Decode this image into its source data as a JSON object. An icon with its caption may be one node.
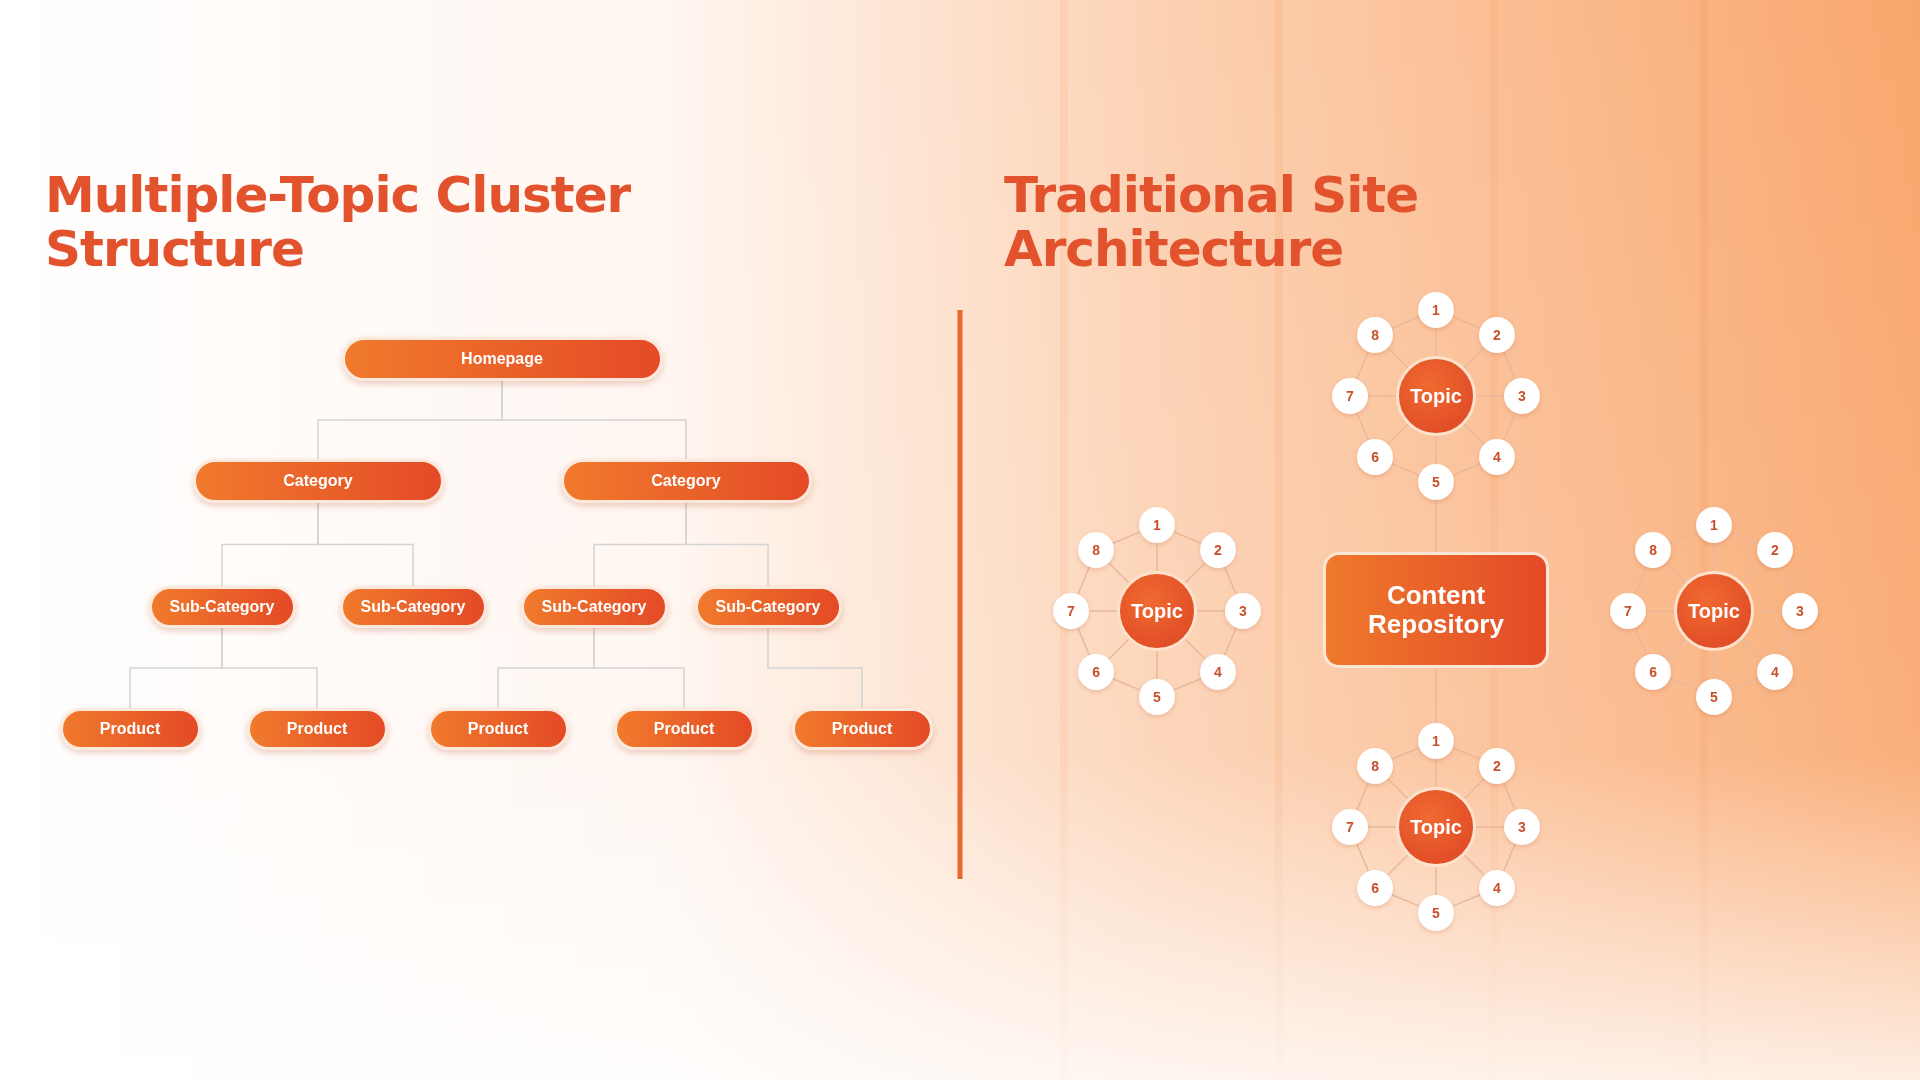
{
  "diagram": {
    "nodes": [
      {
        "text": [
          "Homepage"
        ]
      },
      {
        "text": [
          "Category"
        ]
      },
      {
        "text": [
          "Category"
        ]
      },
      {
        "text": [
          "Sub-Category"
        ]
      },
      {
        "text": [
          "Sub-Category"
        ]
      },
      {
        "text": [
          "Sub-Category"
        ]
      },
      {
        "text": [
          "Sub-Category"
        ]
      },
      {
        "text": [
          "Product"
        ]
      },
      {
        "text": [
          "Product"
        ]
      },
      {
        "text": [
          "Product"
        ]
      },
      {
        "text": [
          "Product"
        ]
      },
      {
        "text": [
          "Product"
        ]
      },
      {
        "text": [
          "Topic"
        ]
      },
      {
        "text": [
          "1"
        ]
      },
      {
        "text": [
          "2"
        ]
      },
      {
        "text": [
          "3"
        ]
      },
      {
        "text": [
          "4"
        ]
      },
      {
        "text": [
          "5"
        ]
      },
      {
        "text": [
          "6"
        ]
      },
      {
        "text": [
          "7"
        ]
      },
      {
        "text": [
          "8"
        ]
      },
      {
        "text": [
          "Topic"
        ]
      },
      {
        "text": [
          "1"
        ]
      },
      {
        "text": [
          "2"
        ]
      },
      {
        "text": [
          "3"
        ]
      },
      {
        "text": [
          "4"
        ]
      },
      {
        "text": [
          "5"
        ]
      },
      {
        "text": [
          "6"
        ]
      },
      {
        "text": [
          "7"
        ]
      },
      {
        "text": [
          "8"
        ]
      },
      {
        "text": [
          "Content Repository"
        ]
      },
      {
        "text": [
          "Topic"
        ]
      },
      {
        "text": [
          "1"
        ]
      },
      {
        "text": [
          "2"
        ]
      },
      {
        "text": [
          "3"
        ]
      },
      {
        "text": [
          "4"
        ]
      },
      {
        "text": [
          "5"
        ]
      },
      {
        "text": [
          "6"
        ]
      },
      {
        "text": [
          "7"
        ]
      },
      {
        "text": [
          "8"
        ]
      },
      {
        "text": [
          "Topic"
        ]
      },
      {
        "text": [
          "1"
        ]
      },
      {
        "text": [
          "2"
        ]
      },
      {
        "text": [
          "3"
        ]
      },
      {
        "text": [
          "4"
        ]
      },
      {
        "text": [
          "5"
        ]
      },
      {
        "text": [
          "6"
        ]
      },
      {
        "text": [
          "7"
        ]
      },
      {
        "text": [
          "8"
        ]
      }
    ],
    "edges": [
      {
        "from": 0,
        "to": 1,
        "arrow": "none"
      },
      {
        "from": 0,
        "to": 2,
        "arrow": "none"
      },
      {
        "from": 1,
        "to": 3,
        "arrow": "none"
      },
      {
        "from": 1,
        "to": 4,
        "arrow": "none"
      },
      {
        "from": 2,
        "to": 5,
        "arrow": "none"
      },
      {
        "from": 2,
        "to": 6,
        "arrow": "none"
      },
      {
        "from": 3,
        "to": 7,
        "arrow": "none"
      },
      {
        "from": 3,
        "to": 8,
        "arrow": "none"
      },
      {
        "from": 5,
        "to": 9,
        "arrow": "none"
      },
      {
        "from": 5,
        "to": 10,
        "arrow": "none"
      },
      {
        "from": 6,
        "to": 11,
        "arrow": "none"
      },
      {
        "from": 12,
        "to": 13,
        "arrow": "none"
      },
      {
        "from": 12,
        "to": 14,
        "arrow": "none"
      },
      {
        "from": 12,
        "to": 15,
        "arrow": "none"
      },
      {
        "from": 12,
        "to": 16,
        "arrow": "none"
      },
      {
        "from": 12,
        "to": 17,
        "arrow": "none"
      },
      {
        "from": 12,
        "to": 18,
        "arrow": "none"
      },
      {
        "from": 12,
        "to": 19,
        "arrow": "none"
      },
      {
        "from": 12,
        "to": 20,
        "arrow": "none"
      },
      {
        "from": 13,
        "to": 14,
        "arrow": "none"
      },
      {
        "from": 14,
        "to": 15,
        "arrow": "none"
      },
      {
        "from": 15,
        "to": 16,
        "arrow": "none"
      },
      {
        "from": 16,
        "to": 17,
        "arrow": "none"
      },
      {
        "from": 17,
        "to": 18,
        "arrow": "none"
      },
      {
        "from": 18,
        "to": 19,
        "arrow": "none"
      },
      {
        "from": 19,
        "to": 20,
        "arrow": "none"
      },
      {
        "from": 20,
        "to": 13,
        "arrow": "none"
      },
      {
        "from": 21,
        "to": 22,
        "arrow": "none"
      },
      {
        "from": 21,
        "to": 23,
        "arrow": "none"
      },
      {
        "from": 21,
        "to": 24,
        "arrow": "none"
      },
      {
        "from": 21,
        "to": 25,
        "arrow": "none"
      },
      {
        "from": 21,
        "to": 26,
        "arrow": "none"
      },
      {
        "from": 21,
        "to": 27,
        "arrow": "none"
      },
      {
        "from": 21,
        "to": 28,
        "arrow": "none"
      },
      {
        "from": 21,
        "to": 29,
        "arrow": "none"
      },
      {
        "from": 22,
        "to": 23,
        "arrow": "none"
      },
      {
        "from": 23,
        "to": 24,
        "arrow": "none"
      },
      {
        "from": 24,
        "to": 25,
        "arrow": "none"
      },
      {
        "from": 25,
        "to": 26,
        "arrow": "none"
      },
      {
        "from": 26,
        "to": 27,
        "arrow": "none"
      },
      {
        "from": 27,
        "to": 28,
        "arrow": "none"
      },
      {
        "from": 28,
        "to": 29,
        "arrow": "none"
      },
      {
        "from": 29,
        "to": 22,
        "arrow": "none"
      },
      {
        "from": 17,
        "to": 30,
        "arrow": "none"
      },
      {
        "from": 30,
        "to": 41,
        "arrow": "none"
      },
      {
        "from": 31,
        "to": 32,
        "arrow": "none"
      },
      {
        "from": 31,
        "to": 33,
        "arrow": "none"
      },
      {
        "from": 31,
        "to": 34,
        "arrow": "none"
      },
      {
        "from": 31,
        "to": 35,
        "arrow": "none"
      },
      {
        "from": 31,
        "to": 36,
        "arrow": "none"
      },
      {
        "from": 31,
        "to": 37,
        "arrow": "none"
      },
      {
        "from": 31,
        "to": 38,
        "arrow": "none"
      },
      {
        "from": 31,
        "to": 39,
        "arrow": "none"
      },
      {
        "from": 32,
        "to": 33,
        "arrow": "none"
      },
      {
        "from": 33,
        "to": 34,
        "arrow": "none"
      },
      {
        "from": 34,
        "to": 35,
        "arrow": "none"
      },
      {
        "from": 35,
        "to": 36,
        "arrow": "none"
      },
      {
        "from": 36,
        "to": 37,
        "arrow": "none"
      },
      {
        "from": 37,
        "to": 38,
        "arrow": "none"
      },
      {
        "from": 38,
        "to": 39,
        "arrow": "none"
      },
      {
        "from": 39,
        "to": 32,
        "arrow": "none"
      },
      {
        "from": 40,
        "to": 41,
        "arrow": "none"
      },
      {
        "from": 40,
        "to": 42,
        "arrow": "none"
      },
      {
        "from": 40,
        "to": 43,
        "arrow": "none"
      },
      {
        "from": 40,
        "to": 44,
        "arrow": "none"
      },
      {
        "from": 40,
        "to": 45,
        "arrow": "none"
      },
      {
        "from": 40,
        "to": 46,
        "arrow": "none"
      },
      {
        "from": 40,
        "to": 47,
        "arrow": "none"
      },
      {
        "from": 40,
        "to": 48,
        "arrow": "none"
      },
      {
        "from": 41,
        "to": 42,
        "arrow": "none"
      },
      {
        "from": 42,
        "to": 43,
        "arrow": "none"
      },
      {
        "from": 43,
        "to": 44,
        "arrow": "none"
      },
      {
        "from": 44,
        "to": 45,
        "arrow": "none"
      },
      {
        "from": 45,
        "to": 46,
        "arrow": "none"
      },
      {
        "from": 46,
        "to": 47,
        "arrow": "none"
      },
      {
        "from": 47,
        "to": 48,
        "arrow": "none"
      },
      {
        "from": 48,
        "to": 41,
        "arrow": "none"
      }
    ],
    "labels": [
      "Multiple-Topic Cluster Structure",
      "Traditional Site Architecture"
    ]
  }
}
